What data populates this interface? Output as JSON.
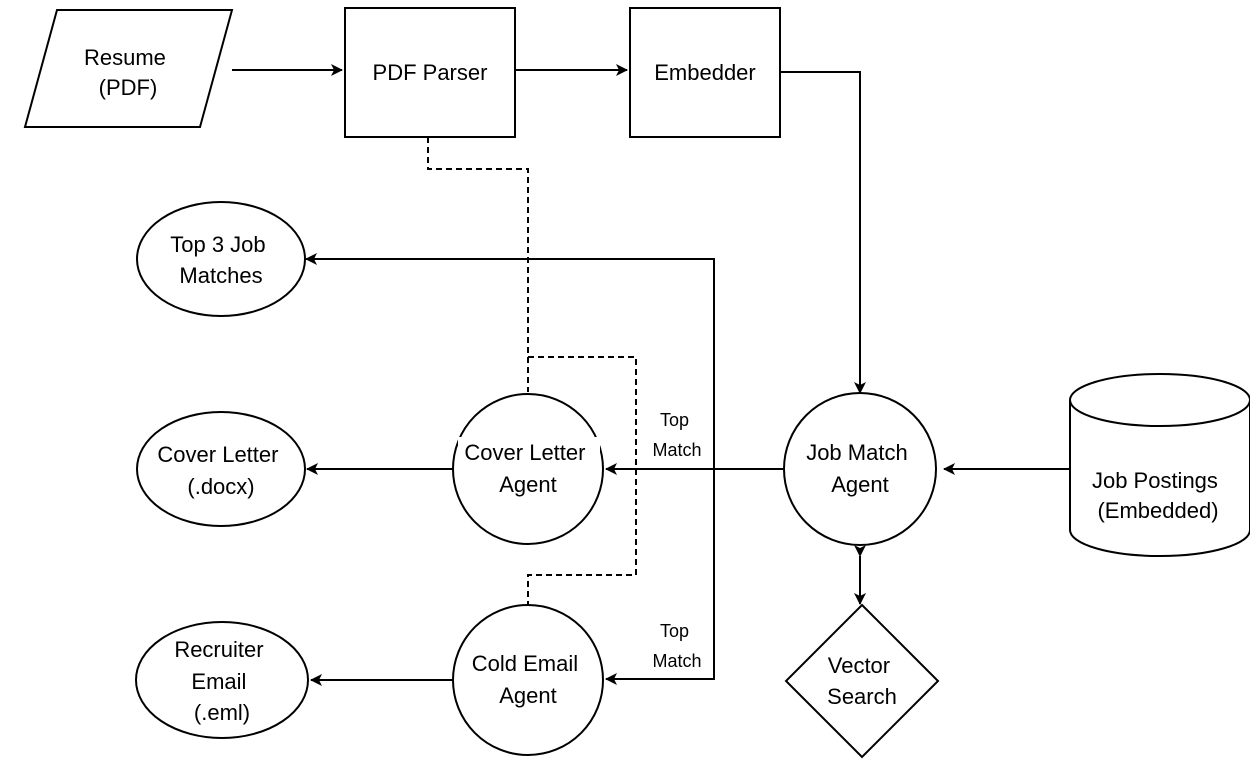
{
  "colors": {
    "stroke": "#000000",
    "fill": "#ffffff",
    "text": "#000000"
  },
  "nodes": {
    "resume": {
      "shape": "parallelogram",
      "lines": [
        "Resume",
        "(PDF)"
      ]
    },
    "pdf_parser": {
      "shape": "rectangle",
      "lines": [
        "PDF Parser"
      ]
    },
    "embedder": {
      "shape": "rectangle",
      "lines": [
        "Embedder"
      ]
    },
    "top3": {
      "shape": "ellipse",
      "lines": [
        "Top 3 Job",
        "Matches"
      ]
    },
    "cover_letter_agent": {
      "shape": "circle",
      "lines": [
        "Cover Letter",
        "Agent"
      ]
    },
    "job_match_agent": {
      "shape": "circle",
      "lines": [
        "Job Match",
        "Agent"
      ]
    },
    "job_postings": {
      "shape": "cylinder",
      "lines": [
        "Job Postings",
        "(Embedded)"
      ]
    },
    "cover_letter_doc": {
      "shape": "ellipse",
      "lines": [
        "Cover Letter",
        "(.docx)"
      ]
    },
    "cold_email_agent": {
      "shape": "circle",
      "lines": [
        "Cold Email",
        "Agent"
      ]
    },
    "recruiter_email": {
      "shape": "ellipse",
      "lines": [
        "Recruiter",
        "Email",
        "(.eml)"
      ]
    },
    "vector_search": {
      "shape": "diamond",
      "lines": [
        "Vector",
        "Search"
      ]
    }
  },
  "edge_labels": {
    "top_match_cover": [
      "Top",
      "Match"
    ],
    "top_match_email": [
      "Top",
      "Match"
    ]
  }
}
